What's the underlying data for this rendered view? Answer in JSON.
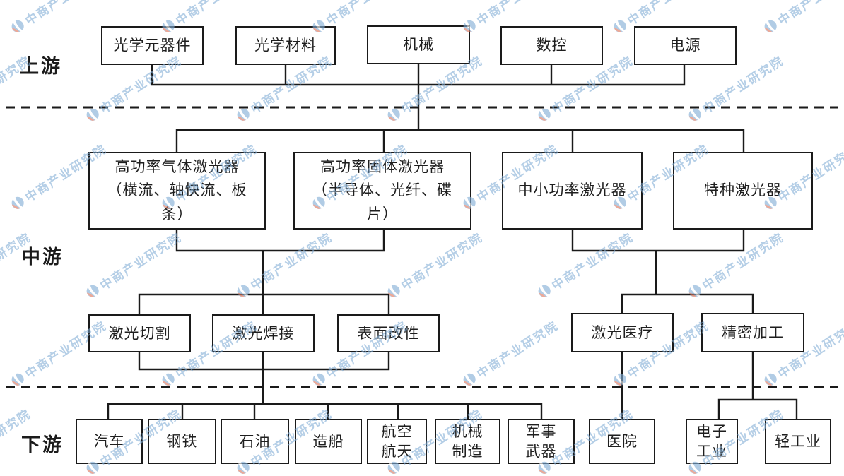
{
  "watermark": {
    "text": "中商产业研究院",
    "color": "#82add6",
    "accent_color": "#e2765a"
  },
  "section_labels": {
    "upstream": "上游",
    "midstream": "中游",
    "downstream": "下游"
  },
  "upstream_boxes": [
    {
      "label": "光学元器件"
    },
    {
      "label": "光学材料"
    },
    {
      "label": "机械"
    },
    {
      "label": "数控"
    },
    {
      "label": "电源"
    }
  ],
  "midstream_lasers": [
    {
      "label": "高功率气体激光器\n（横流、轴快流、板\n条）"
    },
    {
      "label": "高功率固体激光器\n（半导体、光纤、碟\n片）"
    },
    {
      "label": "中小功率激光器"
    },
    {
      "label": "特种激光器"
    }
  ],
  "midstream_applications": [
    {
      "label": "激光切割"
    },
    {
      "label": "激光焊接"
    },
    {
      "label": "表面改性"
    },
    {
      "label": "激光医疗"
    },
    {
      "label": "精密加工"
    }
  ],
  "downstream_boxes": [
    {
      "label": "汽车"
    },
    {
      "label": "钢铁"
    },
    {
      "label": "石油"
    },
    {
      "label": "造船"
    },
    {
      "label": "航空\n航天"
    },
    {
      "label": "机械\n制造"
    },
    {
      "label": "军事\n武器"
    },
    {
      "label": "医院"
    },
    {
      "label": "电子\n工业"
    },
    {
      "label": "轻工业"
    }
  ],
  "line_color": "#1a1a1a"
}
